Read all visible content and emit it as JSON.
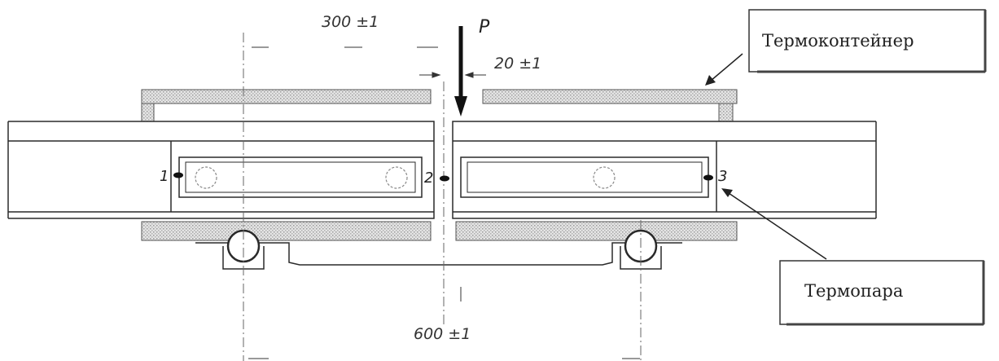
{
  "labels": {
    "thermocontainer": "Термоконтейнер",
    "thermocouple": "Термопара"
  },
  "dimensions": {
    "half_span": "300 ±1",
    "gap": "20 ±1",
    "full_span": "600 ±1"
  },
  "load": {
    "symbol": "P"
  },
  "thermocouples": [
    {
      "number": "1"
    },
    {
      "number": "2"
    },
    {
      "number": "3"
    }
  ],
  "colors": {
    "line": "#2a2a2a",
    "insulation": "#c9c9c9",
    "background": "#ffffff"
  }
}
